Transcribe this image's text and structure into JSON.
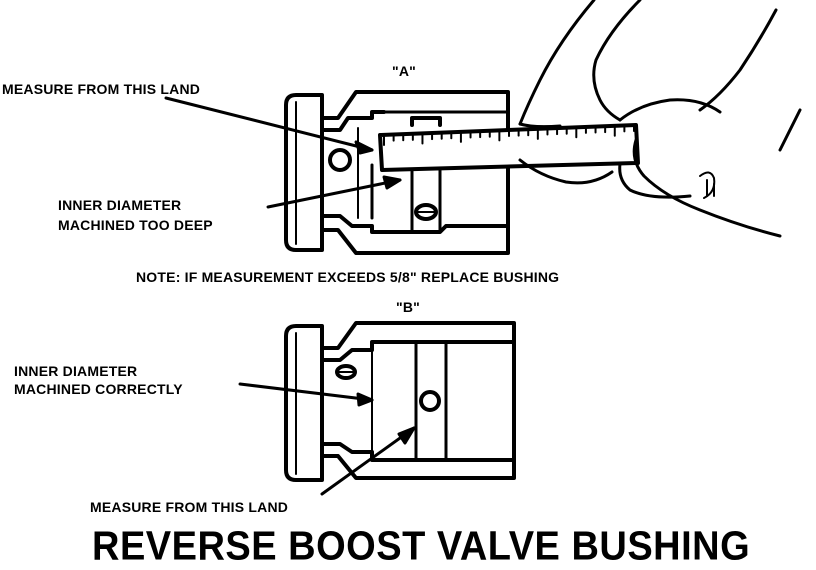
{
  "labels": {
    "view_a": "\"A\"",
    "view_b": "\"B\"",
    "measure_from_land_a": "MEASURE FROM THIS LAND",
    "inner_deep_line1": "INNER DIAMETER",
    "inner_deep_line2": "MACHINED TOO DEEP",
    "note": "NOTE: IF MEASUREMENT EXCEEDS 5/8\" REPLACE BUSHING",
    "inner_correct_line1": "INNER DIAMETER",
    "inner_correct_line2": "MACHINED CORRECTLY",
    "measure_from_land_b": "MEASURE FROM THIS LAND"
  },
  "title": "REVERSE BOOST VALVE BUSHING",
  "colors": {
    "ink": "#000000",
    "paper": "#ffffff"
  }
}
